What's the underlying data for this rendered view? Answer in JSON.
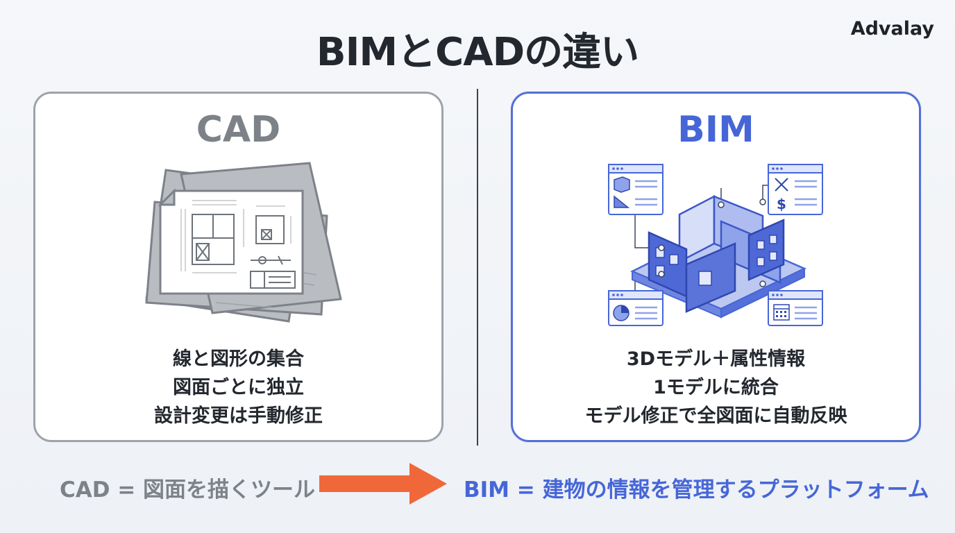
{
  "title": "BIMとCADの違い",
  "brand": "Advalay",
  "colors": {
    "cad_gray": "#7d8289",
    "bim_blue": "#4666d8",
    "arrow": "#f0683a"
  },
  "cad": {
    "heading": "CAD",
    "icon": "stacked-blueprints-icon",
    "points": [
      "線と図形の集合",
      "図面ごとに独立",
      "設計変更は手動修正"
    ]
  },
  "bim": {
    "heading": "BIM",
    "icon": "3d-building-model-icon",
    "attribute_icons": [
      "cube-icon",
      "expand-arrows-icon",
      "pie-chart-icon",
      "calendar-icon"
    ],
    "points": [
      "3Dモデル＋属性情報",
      "1モデルに統合",
      "モデル修正で全図面に自動反映"
    ]
  },
  "summary": {
    "cad": "CAD = 図面を描くツール",
    "bim": "BIM = 建物の情報を管理するプラットフォーム"
  }
}
